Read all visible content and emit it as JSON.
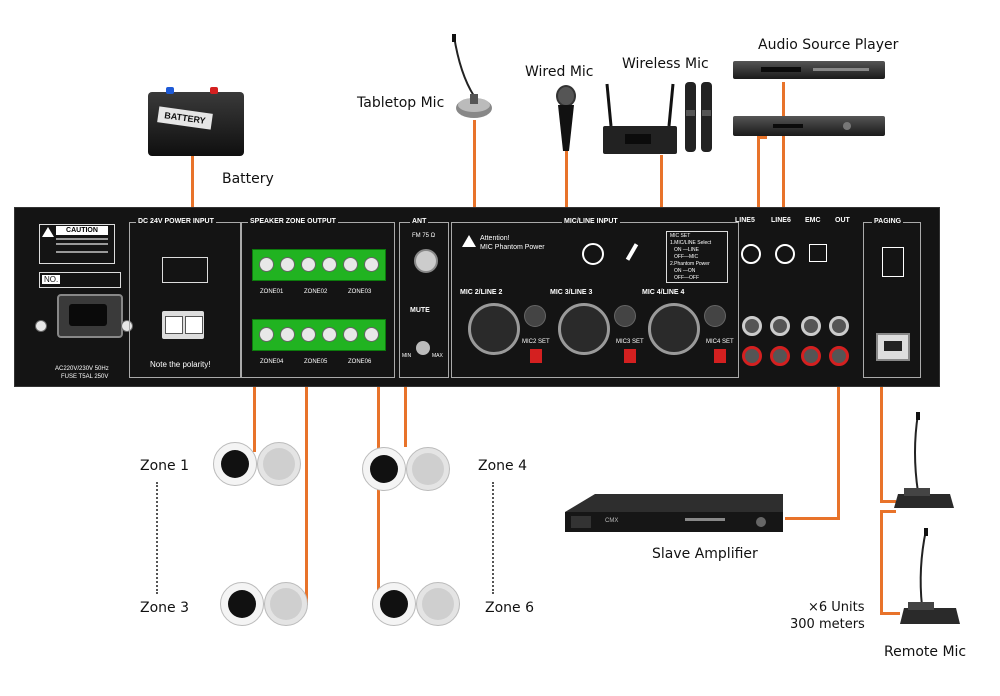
{
  "labels": {
    "battery": "Battery",
    "tabletop_mic": "Tabletop Mic",
    "wired_mic": "Wired Mic",
    "wireless_mic": "Wireless Mic",
    "audio_source_player": "Audio Source Player",
    "zone1": "Zone 1",
    "zone3": "Zone 3",
    "zone4": "Zone 4",
    "zone6": "Zone 6",
    "slave_amplifier": "Slave Amplifier",
    "units": "×6 Units",
    "distance": "300 meters",
    "remote_mic": "Remote Mic"
  },
  "battery_label": "BATTERY",
  "panel": {
    "caution": "CAUTION",
    "dc_input": "DC 24V POWER INPUT",
    "polarity": "Note the polarity!",
    "speaker_output": "SPEAKER ZONE OUTPUT",
    "zones": [
      "ZONE01",
      "ZONE02",
      "ZONE03",
      "ZONE04",
      "ZONE05",
      "ZONE06"
    ],
    "ant": "ANT",
    "fm": "FM 75 Ω",
    "mute": "MUTE",
    "min": "MIN",
    "max": "MAX",
    "mic_line_input": "MIC/LINE INPUT",
    "attention": "Attention!",
    "phantom": "MIC Phantom Power",
    "mic_set_title": "MIC SET",
    "mic_set_lines": [
      "1.MIC/LINE Select",
      "ON —LINE",
      "OFF—MIC",
      "2.Phantom Power",
      "ON —ON",
      "OFF—OFF"
    ],
    "mic_inputs": [
      "MIC 2/LINE 2",
      "MIC 3/LINE 3",
      "MIC 4/LINE 4"
    ],
    "mic_sets": [
      "MIC2 SET",
      "MIC3 SET",
      "MIC4 SET"
    ],
    "line5": "LINE5",
    "line6": "LINE6",
    "emc": "EMC",
    "out": "OUT",
    "paging": "PAGING",
    "power_rating": "AC220V/230V 50Hz",
    "fuse": "FUSE T5AL 250V",
    "no": "NO."
  },
  "amp_brand": "CMX"
}
